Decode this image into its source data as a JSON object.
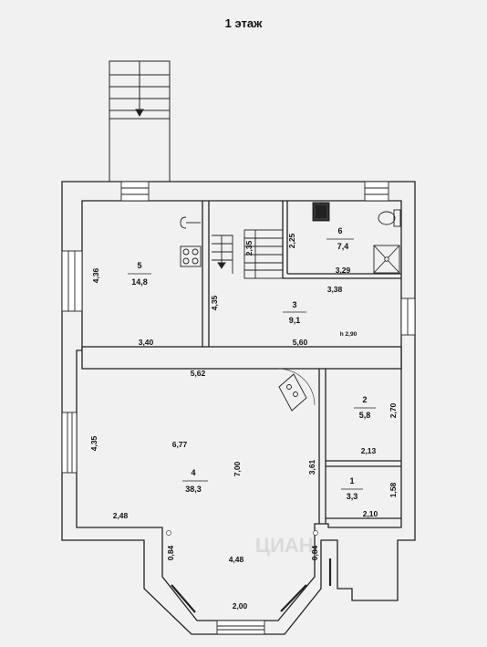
{
  "floor_title": "1 этаж",
  "rooms": [
    {
      "num": "5",
      "area": "14,8"
    },
    {
      "num": "6",
      "area": "7,4"
    },
    {
      "num": "3",
      "area": "9,1"
    },
    {
      "num": "4",
      "area": "38,3"
    },
    {
      "num": "2",
      "area": "5,8"
    },
    {
      "num": "1",
      "area": "3,3"
    }
  ],
  "ceiling_height": "h 2,90",
  "dimensions": {
    "d436": "4,36",
    "d435a": "4,35",
    "d235": "2,35",
    "d225": "2,25",
    "d329": "3,29",
    "d338": "3,38",
    "d340": "3,40",
    "d560": "5,60",
    "d562": "5,62",
    "d435b": "4,35",
    "d677": "6,77",
    "d700": "7,00",
    "d361": "3,61",
    "d270": "2,70",
    "d213": "2,13",
    "d158": "1,58",
    "d210": "2,10",
    "d248": "2,48",
    "d084a": "0,84",
    "d448": "4,48",
    "d084b": "0,84",
    "d200": "2,00"
  },
  "watermark": "ЦИАН"
}
